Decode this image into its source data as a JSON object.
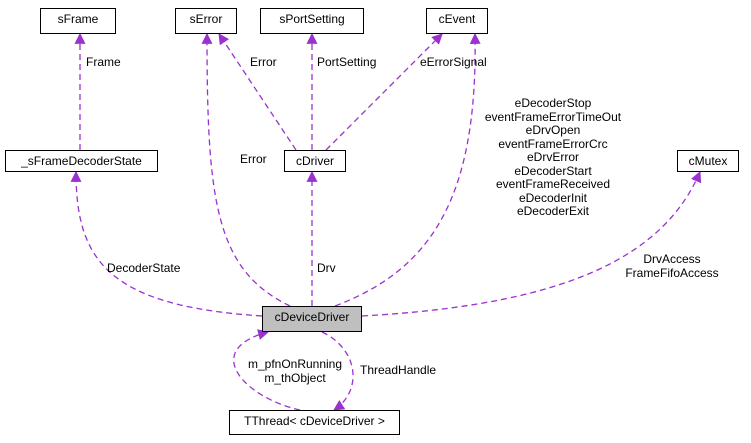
{
  "nodes": {
    "sframe": "sFrame",
    "serror": "sError",
    "sportsetting": "sPortSetting",
    "cevent": "cEvent",
    "sframedecoderstate": "_sFrameDecoderState",
    "cdriver": "cDriver",
    "cmutex": "cMutex",
    "cdevicedriver": "cDeviceDriver",
    "tthread": "TThread< cDeviceDriver >"
  },
  "edge_labels": {
    "frame": "Frame",
    "error_top": "Error",
    "portsetting": "PortSetting",
    "errorsignal": "eErrorSignal",
    "error_mid": "Error",
    "drv": "Drv",
    "decoderstate": "DecoderState",
    "event_lines": [
      "eDecoderStop",
      "eventFrameErrorTimeOut",
      "eDrvOpen",
      "eventFrameErrorCrc",
      "eDrvError",
      "eDecoderStart",
      "eventFrameReceived",
      "eDecoderInit",
      "eDecoderExit"
    ],
    "mutex_lines": [
      "DrvAccess",
      "FrameFifoAccess"
    ],
    "thread_lines": [
      "m_pfnOnRunning",
      "m_thObject"
    ],
    "threadhandle": "ThreadHandle"
  },
  "colors": {
    "edge": "#9a32cd",
    "focus_fill": "#bfbfbf",
    "node_border": "#000000"
  }
}
